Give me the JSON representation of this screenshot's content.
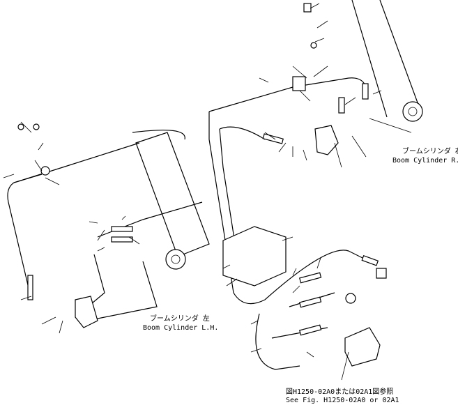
{
  "labels": {
    "boom_rh_jp": "ブームシリンダ 右",
    "boom_rh_en": "Boom Cylinder R.H.",
    "boom_lh_jp": "ブームシリンダ 左",
    "boom_lh_en": "Boom Cylinder L.H.",
    "ref_jp": "図H1250-02A0または02A1図参照",
    "ref_en": "See Fig. H1250-02A0 or 02A1"
  }
}
